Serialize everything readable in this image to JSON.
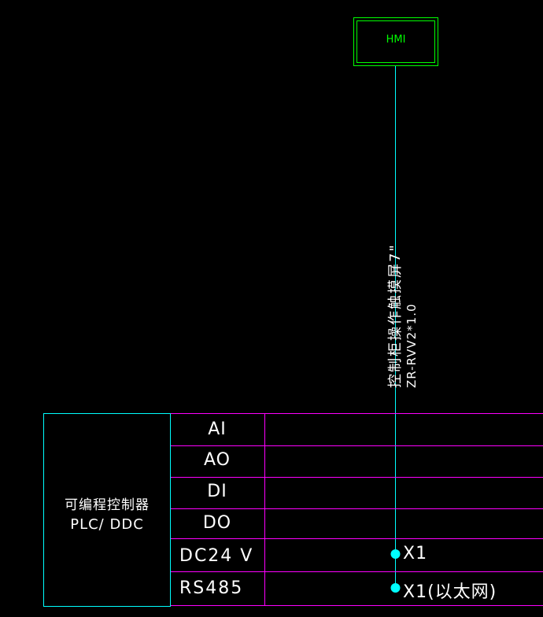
{
  "hmi": {
    "label": "HMI"
  },
  "cable": {
    "label_cn": "控制柜操作触摸屏7\"",
    "label_spec": "ZR-RVV2*1.0"
  },
  "controller": {
    "title_cn": "可编程控制器",
    "title_en": "PLC/ DDC"
  },
  "signals": [
    "AI",
    "AO",
    "DI",
    "DO",
    "DC24 V",
    "RS485"
  ],
  "terminals": {
    "dc24": "X1",
    "rs485": "X1(以太网)"
  },
  "colors": {
    "background": "#000000",
    "hmi_box": "#00ff00",
    "cable": "#00ffff",
    "grid": "#ff00ff",
    "controller_box": "#00ffff",
    "text": "#ffffff"
  }
}
